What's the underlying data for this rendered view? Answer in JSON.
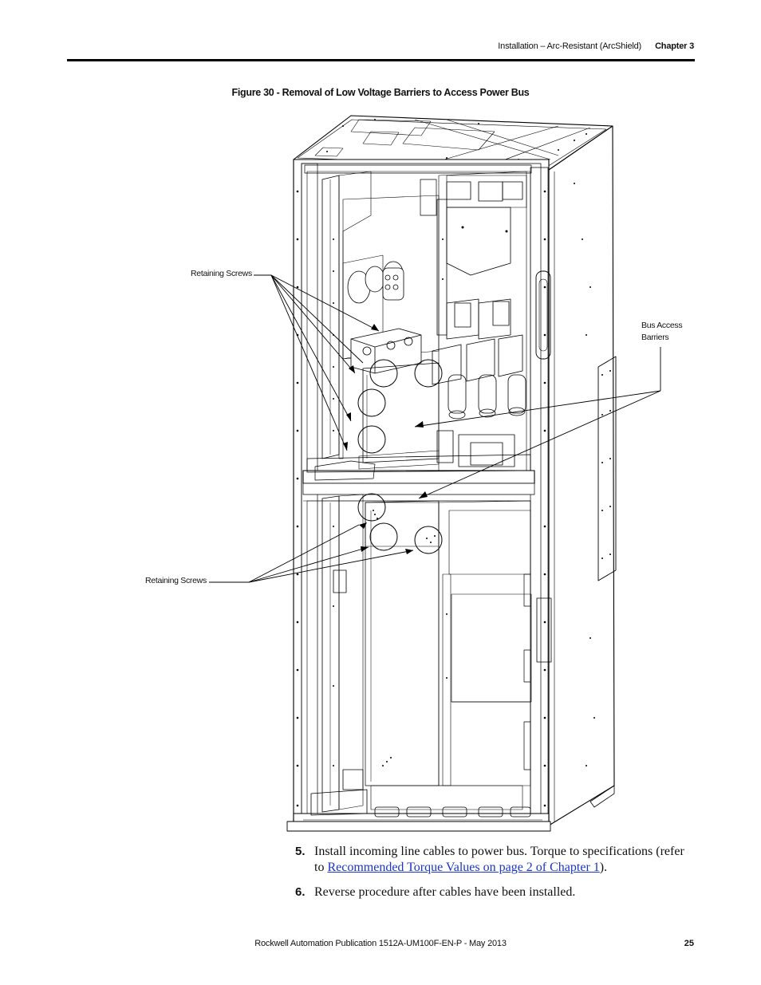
{
  "header": {
    "section": "Installation – Arc-Resistant (ArcShield)",
    "chapter": "Chapter 3"
  },
  "figure": {
    "caption": "Figure 30 - Removal of Low Voltage Barriers to Access Power Bus",
    "callouts": {
      "retaining_screws_upper": "Retaining Screws",
      "retaining_screws_lower": "Retaining Screws",
      "bus_access_line1": "Bus Access",
      "bus_access_line2": "Barriers"
    }
  },
  "steps": [
    {
      "number": "5.",
      "text_before": "Install incoming line cables to power bus. Torque to specifications (refer to ",
      "link_text": "Recommended Torque Values on page 2 of Chapter 1",
      "text_after": ")."
    },
    {
      "number": "6.",
      "text": "Reverse procedure after cables have been installed."
    }
  ],
  "footer": {
    "publication": "Rockwell Automation Publication 1512A-UM100F-EN-P - May 2013",
    "page_number": "25"
  }
}
